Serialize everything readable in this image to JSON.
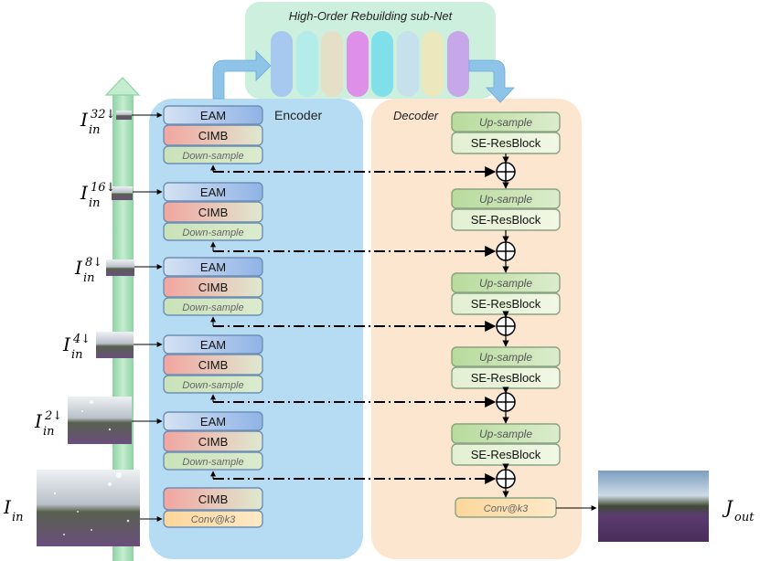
{
  "hornet": {
    "title": "High-Order Rebuilding sub-Net"
  },
  "encoder": {
    "title": "Encoder",
    "levels": [
      {
        "eam": "EAM",
        "cimb": "CIMB",
        "down": "Down-sample"
      },
      {
        "eam": "EAM",
        "cimb": "CIMB",
        "down": "Down-sample"
      },
      {
        "eam": "EAM",
        "cimb": "CIMB",
        "down": "Down-sample"
      },
      {
        "eam": "EAM",
        "cimb": "CIMB",
        "down": "Down-sample"
      },
      {
        "eam": "EAM",
        "cimb": "CIMB",
        "down": "Down-sample"
      }
    ],
    "bottom": {
      "cimb": "CIMB",
      "conv": "Conv@k3"
    }
  },
  "decoder": {
    "title": "Decoder",
    "levels": [
      {
        "up": "Up-sample",
        "se": "SE-ResBlock"
      },
      {
        "up": "Up-sample",
        "se": "SE-ResBlock"
      },
      {
        "up": "Up-sample",
        "se": "SE-ResBlock"
      },
      {
        "up": "Up-sample",
        "se": "SE-ResBlock"
      },
      {
        "up": "Up-sample",
        "se": "SE-ResBlock"
      }
    ],
    "conv": "Conv@k3"
  },
  "inputs": [
    {
      "base": "I",
      "sub": "in",
      "sup": "32↓"
    },
    {
      "base": "I",
      "sub": "in",
      "sup": "16↓"
    },
    {
      "base": "I",
      "sub": "in",
      "sup": "8↓"
    },
    {
      "base": "I",
      "sub": "in",
      "sup": "4↓"
    },
    {
      "base": "I",
      "sub": "in",
      "sup": "2↓"
    }
  ],
  "main_input": {
    "base": "I",
    "sub": "in"
  },
  "output": {
    "base": "J",
    "sub": "out"
  },
  "colors": {
    "encoder_bg": "#b5dcf2",
    "decoder_bg": "#fce6cf",
    "hornet_bg": "#ccefde",
    "pyramid_bar": "#9fd9b0",
    "eam_from": "#d5e2f3",
    "eam_to": "#8fb3e6",
    "cimb_from": "#f2a5a0",
    "cimb_to": "#dfe8cf",
    "down_fill": "#d3e6c3",
    "up_fill": "#c9e3b6",
    "se_fill": "#e9f3d6",
    "conv_fill": "#fde0a8",
    "block_stroke": "#6e8fb5",
    "curved_arrow": "#8ec4e8"
  }
}
